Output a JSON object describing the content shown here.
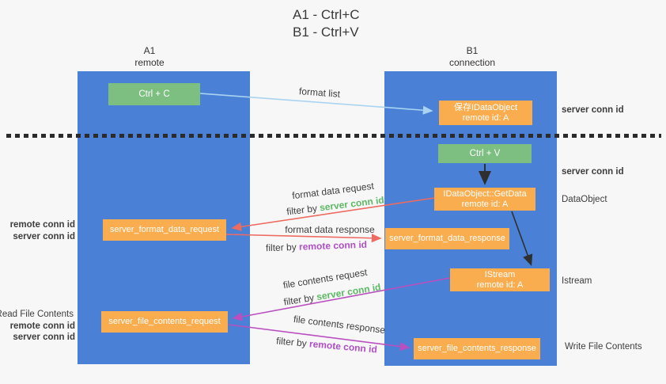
{
  "colors": {
    "column_blue": "#4a80d5",
    "box_green": "#7cbf81",
    "box_orange": "#f9ad4e",
    "text_green": "#5dba64",
    "text_purple": "#b04fc6",
    "arrow_lightblue": "#a9d3f0",
    "arrow_red": "#ed6b60",
    "arrow_magenta": "#ba50c0",
    "arrow_black": "#2f2f2f"
  },
  "title": {
    "line1": "A1 - Ctrl+C",
    "line2": "B1 - Ctrl+V"
  },
  "columns": {
    "a1": {
      "name": "A1",
      "role": "remote"
    },
    "b1": {
      "name": "B1",
      "role": "connection"
    }
  },
  "boxes": {
    "ctrl_c": {
      "label": "Ctrl + C"
    },
    "save_dataobject": {
      "line1": "保存IDataObject",
      "line2": "remote id: A"
    },
    "ctrl_v": {
      "label": "Ctrl + V"
    },
    "getdata": {
      "line1": "IDataObject::GetData",
      "line2": "remote id: A"
    },
    "format_request": {
      "label": "server_format_data_request"
    },
    "format_response": {
      "label": "server_format_data_response"
    },
    "istream": {
      "line1": "IStream",
      "line2": "remote id: A"
    },
    "file_request": {
      "label": "server_file_contents_request"
    },
    "file_response": {
      "label": "server_file_contents_response"
    }
  },
  "arrow_labels": {
    "format_list": "format list",
    "format_data_request": "format data request",
    "format_data_response": "format data response",
    "file_contents_request": "file contents request",
    "file_contents_response": "file contents response",
    "filter_by": "filter by"
  },
  "side_labels": {
    "server_conn_id": "server conn id",
    "remote_conn_id": "remote conn id",
    "dataobject": "DataObject",
    "istream": "Istream",
    "read_file_contents": "Read File Contents",
    "write_file_contents": "Write File Contents"
  }
}
